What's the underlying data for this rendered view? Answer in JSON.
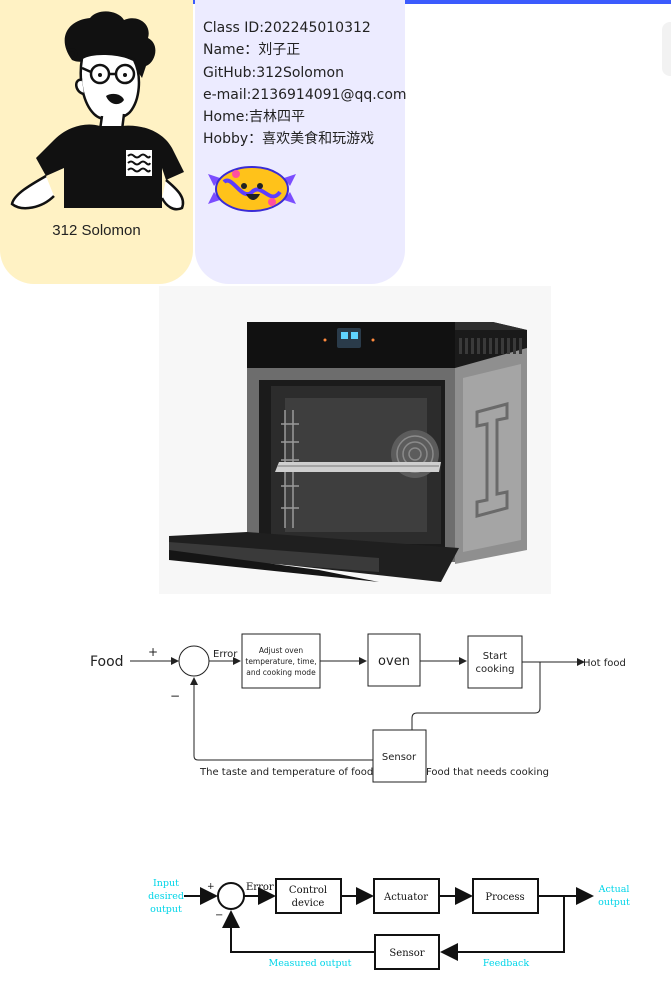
{
  "profile": {
    "avatar_name": "312 Solomon",
    "class_id": "Class  ID:202245010312",
    "name": "Name：刘子正",
    "github": "GitHub:312Solomon",
    "email": "e-mail:2136914091@qq.com",
    "home": "Home:吉林四平",
    "hobby": "Hobby：喜欢美食和玩游戏"
  },
  "diagram1": {
    "input": "Food",
    "plus": "+",
    "minus": "−",
    "error": "Error",
    "controller": [
      "Adjust oven",
      "temperature, time,",
      "and cooking mode"
    ],
    "plant": "oven",
    "actuator": [
      "Start",
      "cooking"
    ],
    "output": "Hot food",
    "sensor": "Sensor",
    "feedback_label": "The taste and temperature of food",
    "disturbance": "Food that needs cooking"
  },
  "diagram2": {
    "input": [
      "Input",
      "desired",
      "output"
    ],
    "plus": "+",
    "minus": "−",
    "error": "Error",
    "controller": [
      "Control",
      "device"
    ],
    "actuator": "Actuator",
    "process": "Process",
    "output": [
      "Actual",
      "output"
    ],
    "sensor": "Sensor",
    "measured": "Measured output",
    "feedback": "Feedback"
  },
  "colors": {
    "accent": "#3b5bfd",
    "card_yellow": "#fff2c4",
    "card_purple": "#ecebff",
    "diagram_label_cyan": "#00d5e8"
  }
}
